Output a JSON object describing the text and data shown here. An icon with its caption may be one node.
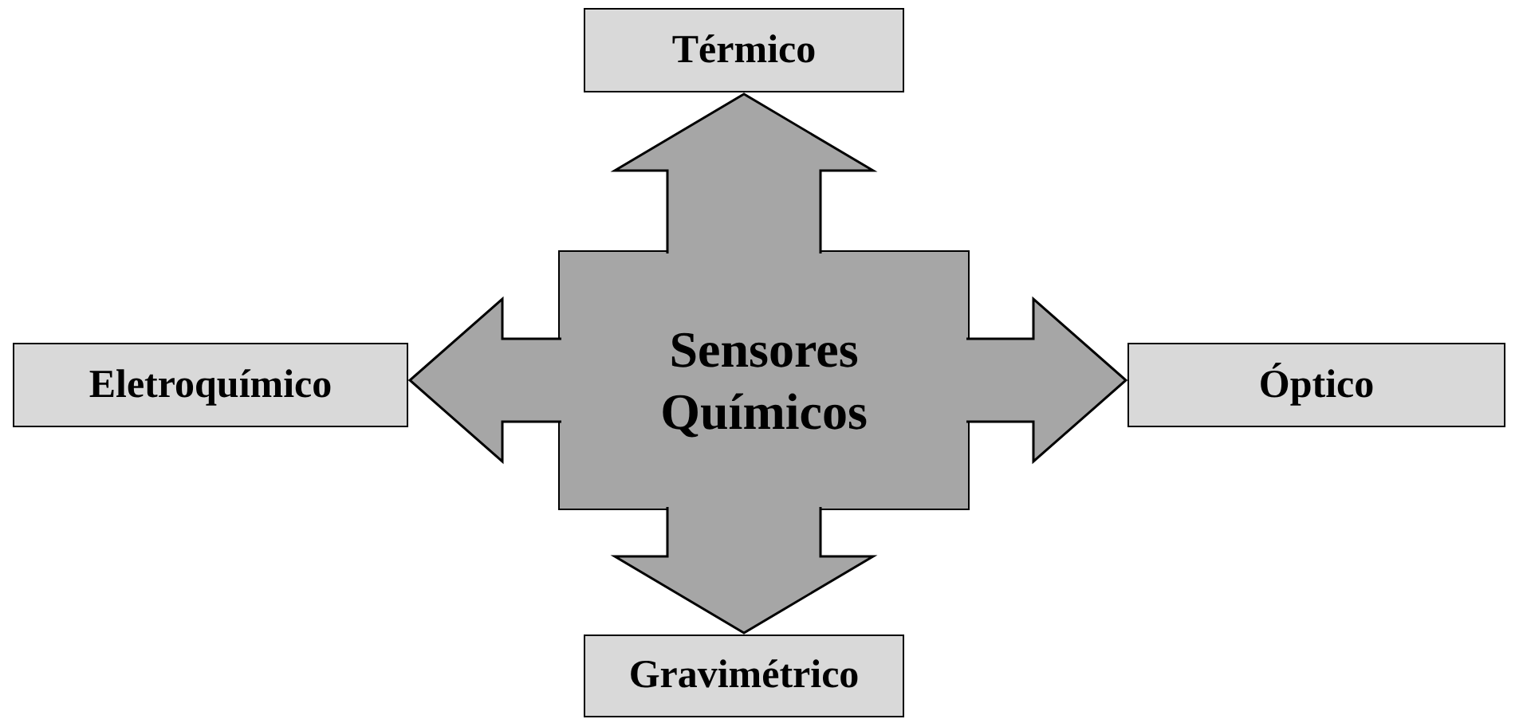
{
  "diagram": {
    "nodes": [
      {
        "text": [
          "Sensores Químicos"
        ]
      },
      {
        "text": [
          "Térmico"
        ]
      },
      {
        "text": [
          "Eletroquímico"
        ]
      },
      {
        "text": [
          "Óptico"
        ]
      },
      {
        "text": [
          "Gravimétrico"
        ]
      }
    ],
    "edges": [
      {
        "from": 0,
        "to": 1,
        "arrow": "to"
      },
      {
        "from": 0,
        "to": 2,
        "arrow": "to"
      },
      {
        "from": 0,
        "to": 3,
        "arrow": "to"
      },
      {
        "from": 0,
        "to": 4,
        "arrow": "to"
      }
    ]
  }
}
